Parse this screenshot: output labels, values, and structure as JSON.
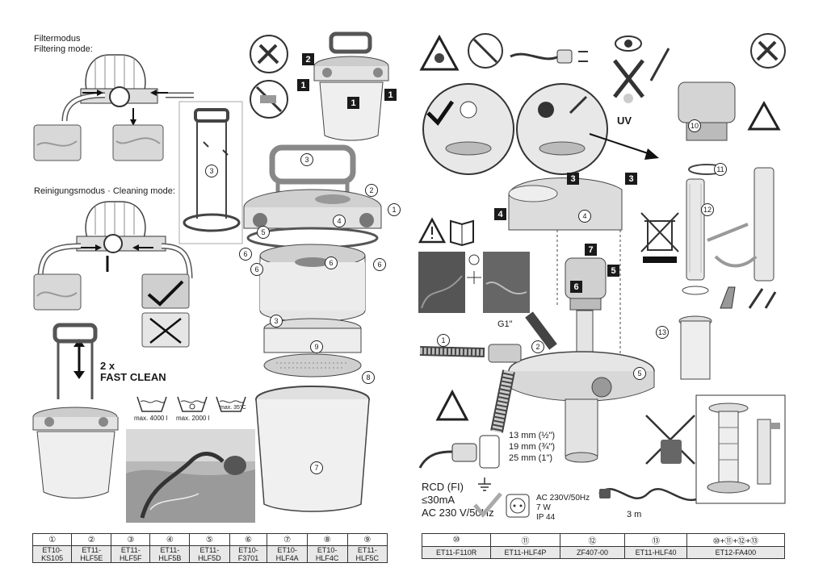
{
  "left_page": {
    "filter_mode_de": "Filtermodus",
    "filter_mode_en": "Filtering mode:",
    "cleaning_mode": "Reinigungsmodus · Cleaning mode:",
    "fast_clean_count": "2 x",
    "fast_clean": "FAST CLEAN",
    "max_4000": "max. 4000 l",
    "max_2000": "max. 2000 l",
    "max_temp": "max. 35°C",
    "step_labels": [
      "1",
      "2",
      "1",
      "1"
    ],
    "part_callouts": [
      "1",
      "2",
      "3",
      "3",
      "4",
      "5",
      "6",
      "6",
      "6",
      "6",
      "7",
      "8",
      "9",
      "3"
    ]
  },
  "right_page": {
    "uv_label": "UV",
    "fitting_label": "G1\"",
    "hose_sizes": [
      "13 mm (½\")",
      "19 mm (¾\")",
      "25 mm (1\")"
    ],
    "rcd_line1": "RCD (FI)",
    "rcd_line2": "≤30mA",
    "rcd_line3": "AC 230 V/50Hz",
    "spec_voltage": "AC 230V/50Hz",
    "spec_power": "7 W",
    "spec_ip": "IP 44",
    "cable_length": "3 m",
    "step_labels": [
      "3",
      "3",
      "4",
      "7",
      "5",
      "6"
    ],
    "part_callouts": [
      "1",
      "2",
      "4",
      "5",
      "10",
      "11",
      "12",
      "13"
    ]
  },
  "parts_left": {
    "numbers": [
      "①",
      "②",
      "③",
      "④",
      "⑤",
      "⑥",
      "⑦",
      "⑧",
      "⑨"
    ],
    "codes": [
      "ET10-KS105",
      "ET11-HLF5E",
      "ET11-HLF5F",
      "ET11-HLF5B",
      "ET11-HLF5D",
      "ET10-F3701",
      "ET10-HLF4A",
      "ET10-HLF4C",
      "ET11-HLF5C"
    ]
  },
  "parts_right": {
    "numbers": [
      "⑩",
      "⑪",
      "⑫",
      "⑬",
      "⑩+⑪+⑫+⑬"
    ],
    "codes": [
      "ET11-F110R",
      "ET11-HLF4P",
      "ZF407-00",
      "ET11-HLF40",
      "ET12-FA400"
    ]
  }
}
